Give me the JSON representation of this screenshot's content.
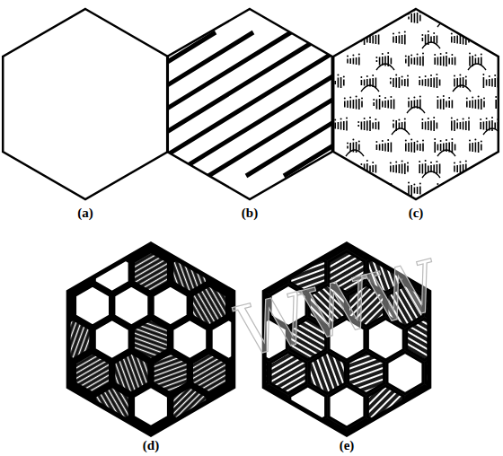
{
  "diagram": {
    "labels": [
      "(a)",
      "(b)",
      "(c)",
      "(d)",
      "(e)",
      "WWW"
    ]
  }
}
